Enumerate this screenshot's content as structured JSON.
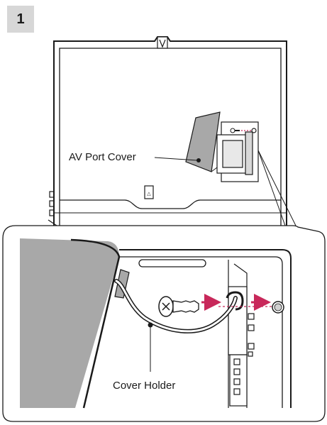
{
  "step": {
    "number": "1"
  },
  "labels": {
    "av_port_cover": "AV Port Cover",
    "cover_holder": "Cover Holder"
  },
  "colors": {
    "arrow": "#c8285a",
    "cover": "#a8a8a8",
    "cover_dark": "#9a9a9a",
    "line": "#1a1a1a",
    "badge": "#d7d7d7"
  },
  "icons": {
    "screw": "screw-icon",
    "arrow": "arrow-right-icon",
    "hole": "screw-hole-icon"
  }
}
